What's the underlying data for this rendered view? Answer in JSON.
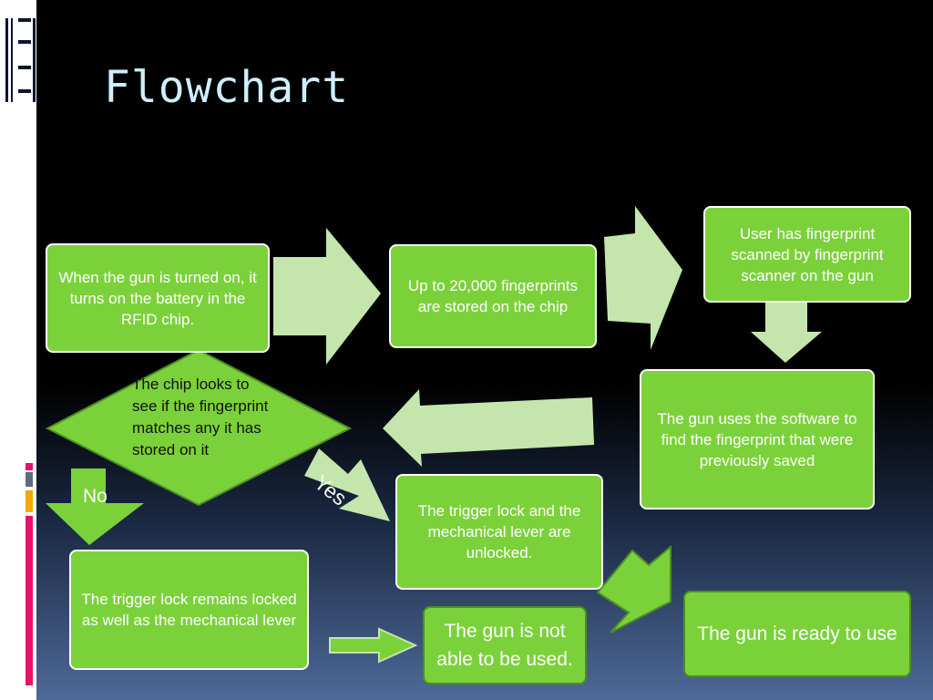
{
  "slide": {
    "title": "Flowchart"
  },
  "diagram": {
    "nodes": [
      {
        "id": "power-on",
        "text": "When the gun is turned on, it turns on the battery in the RFID chip."
      },
      {
        "id": "stored",
        "text": "Up to 20,000 fingerprints are stored on the chip"
      },
      {
        "id": "scan",
        "text": "User has fingerprint scanned by fingerprint scanner on the gun"
      },
      {
        "id": "software",
        "text": "The gun uses the software to find the fingerprint that were previously saved"
      },
      {
        "id": "decision",
        "text": "The chip looks to see if the fingerprint matches any it has stored on it"
      },
      {
        "id": "unlocked",
        "text": "The trigger lock and the mechanical lever are unlocked."
      },
      {
        "id": "locked",
        "text": "The trigger lock remains locked as well as the mechanical lever"
      },
      {
        "id": "not-usable",
        "text": "The gun is not able to be used."
      },
      {
        "id": "ready",
        "text": "The gun is ready to use"
      }
    ],
    "edge_labels": {
      "no": "No",
      "yes": "Yes"
    }
  },
  "colors": {
    "box_fill": "#7bd13a",
    "box_border": "#ffffff",
    "arrow_fill": "#c4e6ad",
    "bright_arrow_fill": "#7bd13a",
    "title_color": "#cfeeff"
  }
}
